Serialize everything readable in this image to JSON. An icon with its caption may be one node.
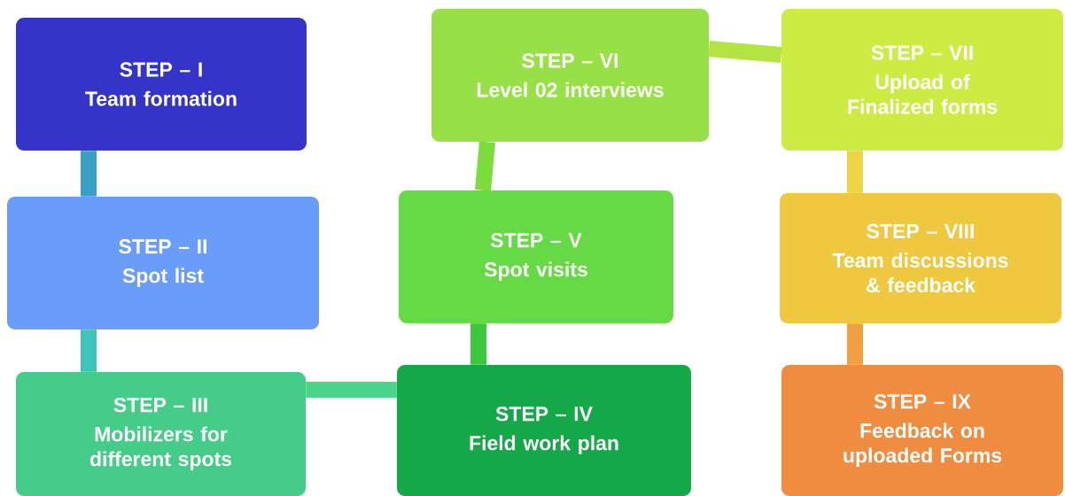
{
  "diagram": {
    "nodes": [
      {
        "text": [
          "STEP – I",
          "Team formation"
        ]
      },
      {
        "text": [
          "STEP – II",
          "Spot list"
        ]
      },
      {
        "text": [
          "STEP – III",
          "Mobilizers for different spots"
        ]
      },
      {
        "text": [
          "STEP – IV",
          "Field work plan"
        ]
      },
      {
        "text": [
          "STEP – V",
          "Spot visits"
        ]
      },
      {
        "text": [
          "STEP – VI",
          "Level 02 interviews"
        ]
      },
      {
        "text": [
          "STEP – VII",
          "Upload of Finalized forms"
        ]
      },
      {
        "text": [
          "STEP – VIII",
          "Team discussions & feedback"
        ]
      },
      {
        "text": [
          "STEP – IX",
          "Feedback on uploaded Forms"
        ]
      }
    ],
    "edges": [
      {
        "from": 0,
        "to": 1,
        "arrow": "none",
        "color": "#3a9fc4"
      },
      {
        "from": 1,
        "to": 2,
        "arrow": "none",
        "color": "#3fc4bc"
      },
      {
        "from": 2,
        "to": 3,
        "arrow": "none",
        "color": "#4cd48c"
      },
      {
        "from": 3,
        "to": 4,
        "arrow": "none",
        "color": "#3cc83c"
      },
      {
        "from": 4,
        "to": 5,
        "arrow": "none",
        "color": "#7cdc3c"
      },
      {
        "from": 5,
        "to": 6,
        "arrow": "none",
        "color": "#b4e444"
      },
      {
        "from": 6,
        "to": 7,
        "arrow": "none",
        "color": "#ecd444"
      },
      {
        "from": 7,
        "to": 8,
        "arrow": "none",
        "color": "#f0a040"
      }
    ]
  }
}
